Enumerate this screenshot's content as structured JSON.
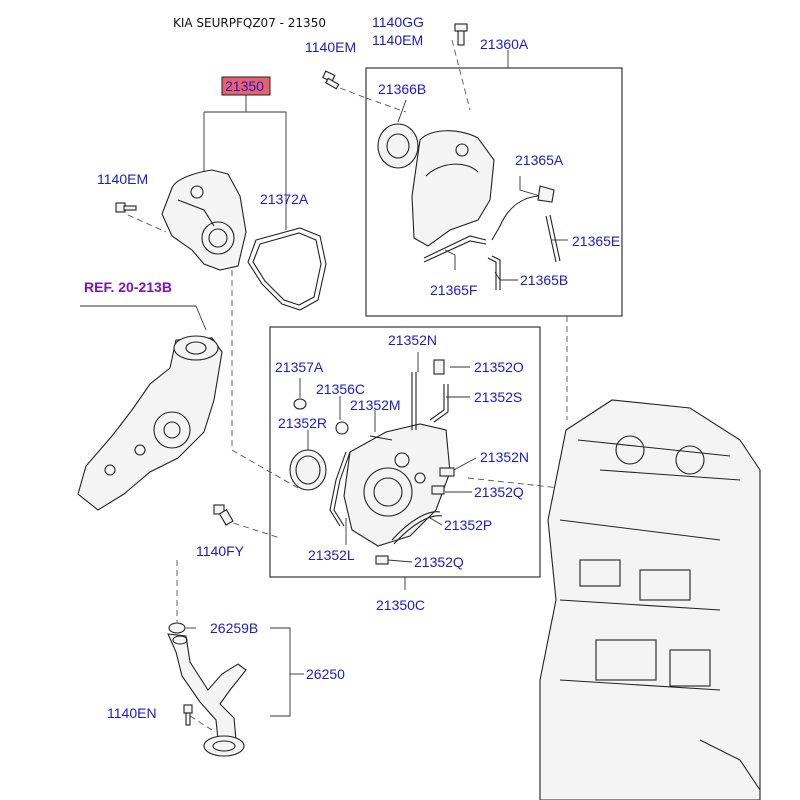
{
  "header": {
    "title": "KIA SEURPFQZ07 - 21350"
  },
  "colors": {
    "label_blue": "#1a1ad0",
    "reference_purple": "#7a12c4",
    "highlight_fill": "#e8626e",
    "line": "#222222"
  },
  "callouts": {
    "main_assembly": "21350",
    "bolt_top_1": "1140GG",
    "bolt_top_2": "1140EM",
    "bolt_upper": "1140EM",
    "bolt_left": "1140EM",
    "upper_cover_asm": "21360A",
    "upper_seal": "21366B",
    "upper_bracket": "21365A",
    "upper_gasket_e": "21365E",
    "upper_gasket_f": "21365F",
    "upper_gasket_b": "21365B",
    "front_gasket": "21372A",
    "reference": "REF. 20-213B",
    "lower_n_top": "21352N",
    "lower_o": "21352O",
    "lower_a": "21357A",
    "lower_c": "21356C",
    "lower_s": "21352S",
    "lower_m": "21352M",
    "lower_r": "21352R",
    "lower_n_right": "21352N",
    "lower_q_right": "21352Q",
    "lower_p": "21352P",
    "lower_l": "21352L",
    "lower_q_bottom": "21352Q",
    "bolt_fy": "1140FY",
    "lower_cover_asm": "21350C",
    "oring": "26259B",
    "oil_pump_strainer": "26250",
    "bolt_en": "1140EN"
  }
}
